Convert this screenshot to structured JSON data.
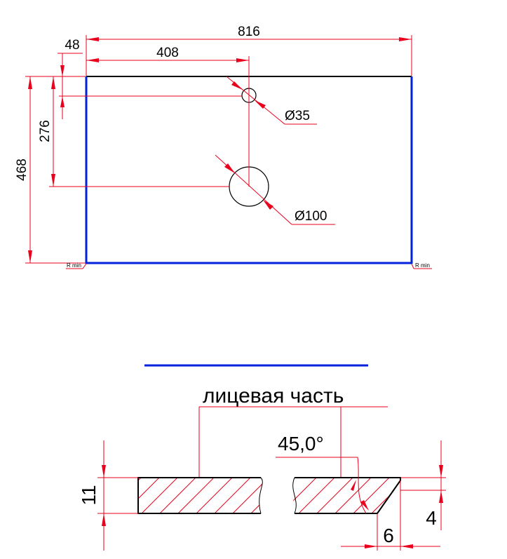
{
  "plan_view": {
    "width_dim": "816",
    "hole_offset_dim": "408",
    "small_hole_offset_dim": "48",
    "height_dim": "468",
    "hole_height_dim": "276",
    "small_hole_diameter": "Ø35",
    "large_hole_diameter": "Ø100",
    "corner_note_left": "R min",
    "corner_note_right": "R min",
    "colors": {
      "dimension": "#e8001c",
      "edge": "#0022dd",
      "outline": "#000000"
    }
  },
  "section_view": {
    "face_label": "лицевая часть",
    "thickness_dim": "11",
    "chamfer_angle": "45,0°",
    "chamfer_width_dim": "6",
    "chamfer_depth_dim": "4"
  }
}
